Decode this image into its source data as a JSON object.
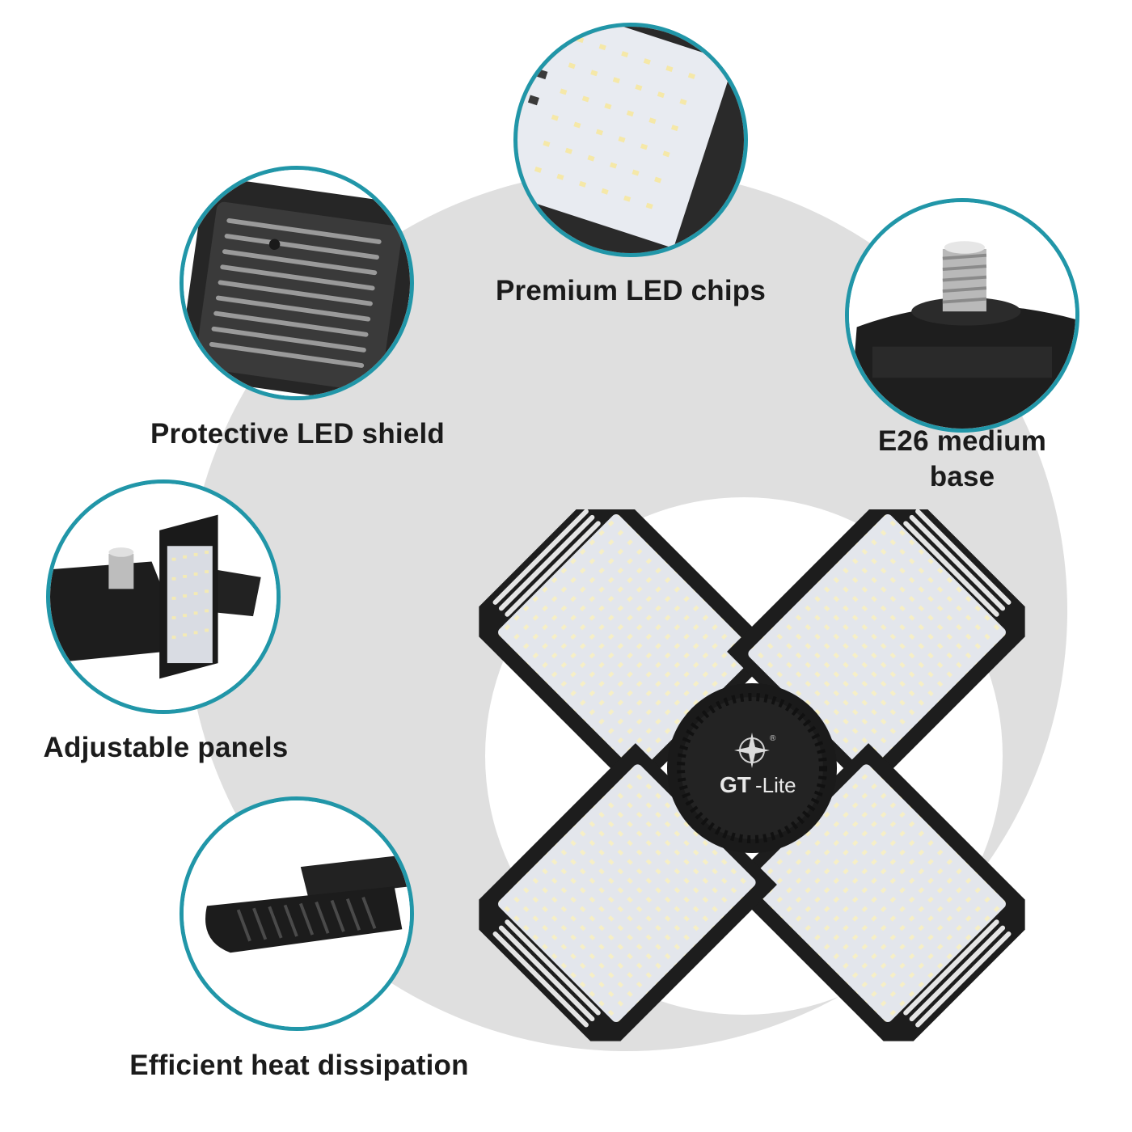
{
  "colors": {
    "accent_ring": "#2196a8",
    "background_disc": "#dfdfdf",
    "text": "#1b1b1b",
    "housing": "#1f1f1f",
    "led_panel": "#e4e7ee"
  },
  "features": [
    {
      "id": "led-chips",
      "label": "Premium LED chips",
      "icon": "led-chip-closeup"
    },
    {
      "id": "e26-base",
      "label_line1": "E26 medium",
      "label_line2": "base",
      "icon": "e26-screw-base"
    },
    {
      "id": "led-shield",
      "label": "Protective LED shield",
      "icon": "vented-shield"
    },
    {
      "id": "adjustable",
      "label": "Adjustable panels",
      "icon": "folding-panel"
    },
    {
      "id": "heat",
      "label": "Efficient heat dissipation",
      "icon": "heatsink-fins"
    }
  ],
  "product": {
    "brand": "GT-Lite",
    "brand_bold": "GT",
    "brand_light": "-Lite",
    "registered_mark": "®",
    "logo_icon": "compass-rose",
    "panel_count": 4
  }
}
